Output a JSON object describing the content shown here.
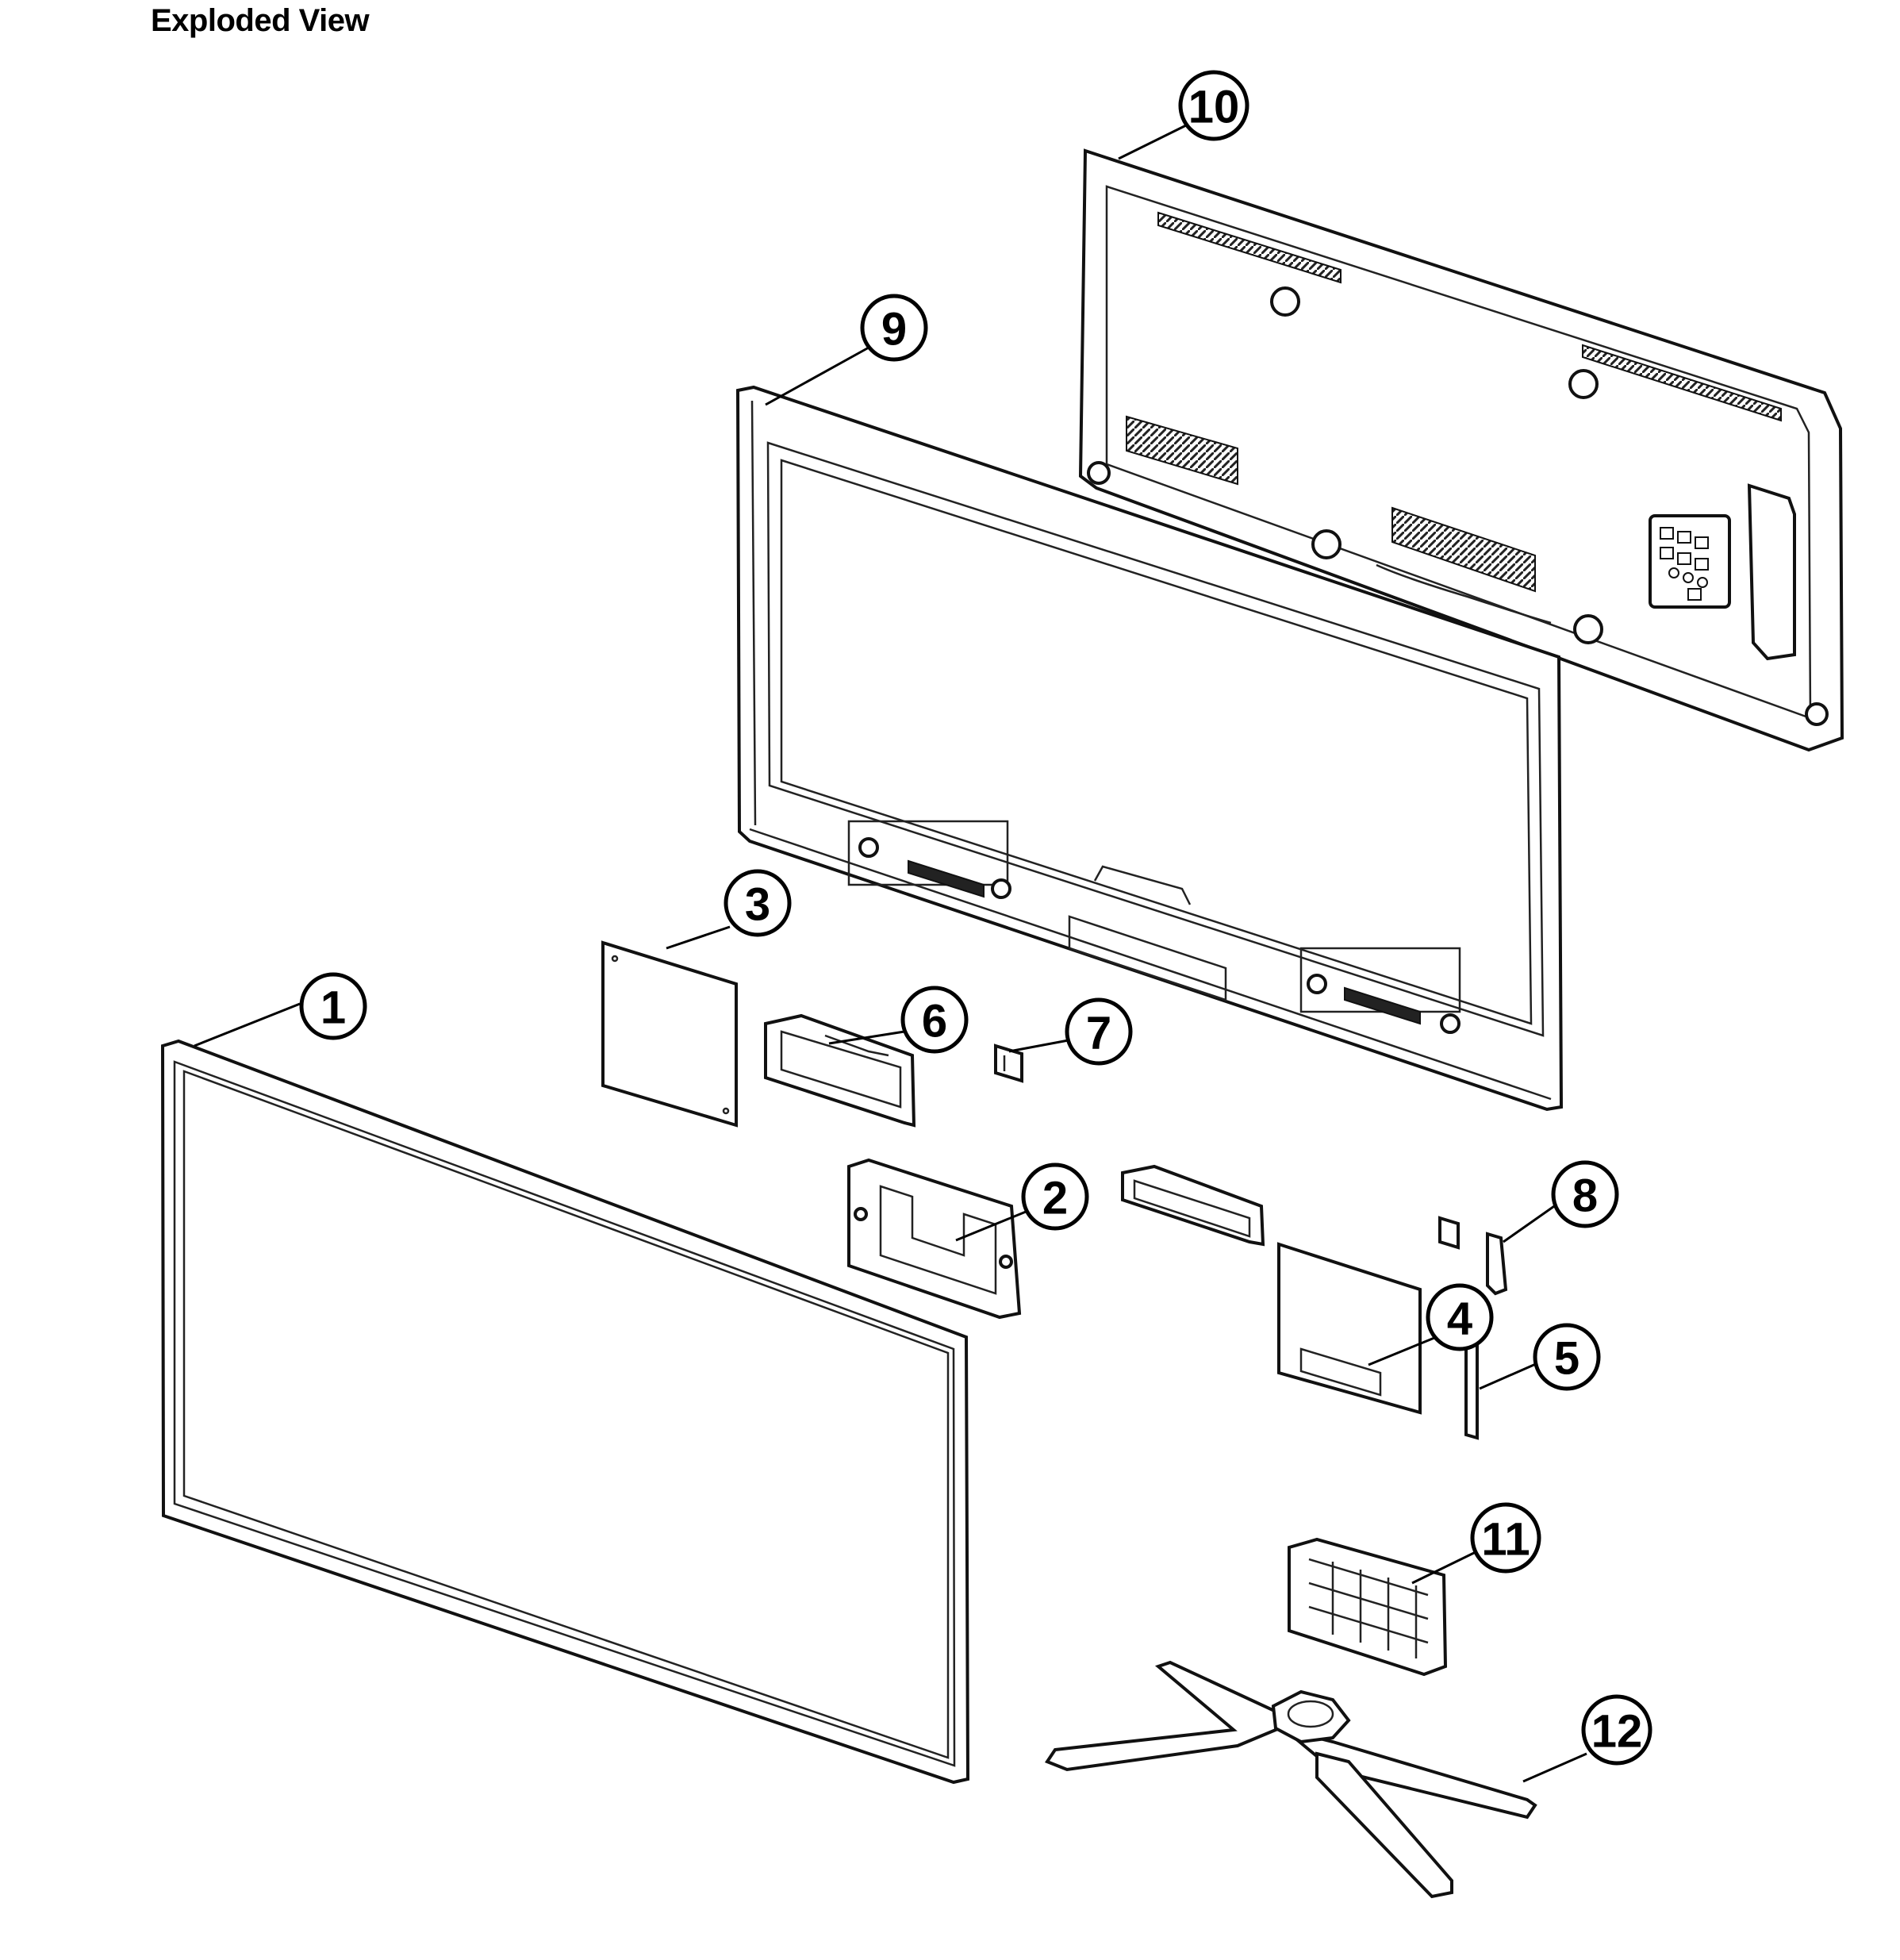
{
  "title": "Exploded View",
  "callouts": {
    "c1": "1",
    "c2": "2",
    "c3": "3",
    "c4": "4",
    "c5": "5",
    "c6": "6",
    "c7": "7",
    "c8": "8",
    "c9": "9",
    "c10": "10",
    "c11": "11",
    "c12": "12"
  }
}
